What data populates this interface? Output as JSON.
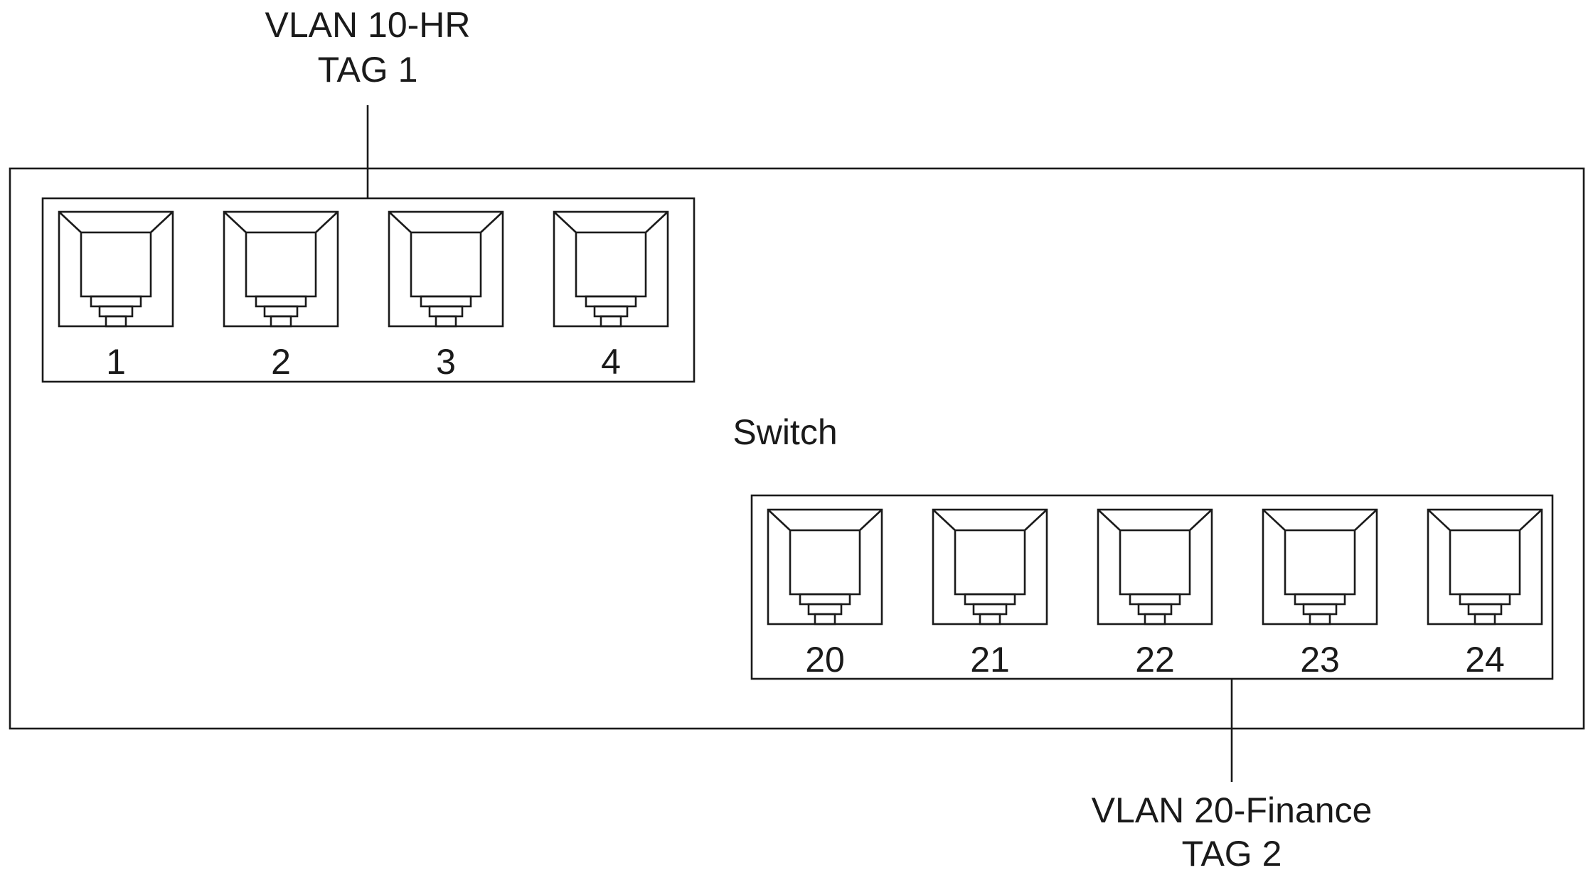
{
  "switch": {
    "label": "Switch"
  },
  "vlans": [
    {
      "id": "hr",
      "name": "VLAN 10-HR",
      "tag": "TAG 1",
      "ports": [
        "1",
        "2",
        "3",
        "4"
      ]
    },
    {
      "id": "finance",
      "name": "VLAN 20-Finance",
      "tag": "TAG 2",
      "ports": [
        "20",
        "21",
        "22",
        "23",
        "24"
      ]
    }
  ],
  "colors": {
    "line": "#1a1a1a",
    "background": "#ffffff"
  },
  "icons": {
    "port": "ethernet-port-icon"
  }
}
